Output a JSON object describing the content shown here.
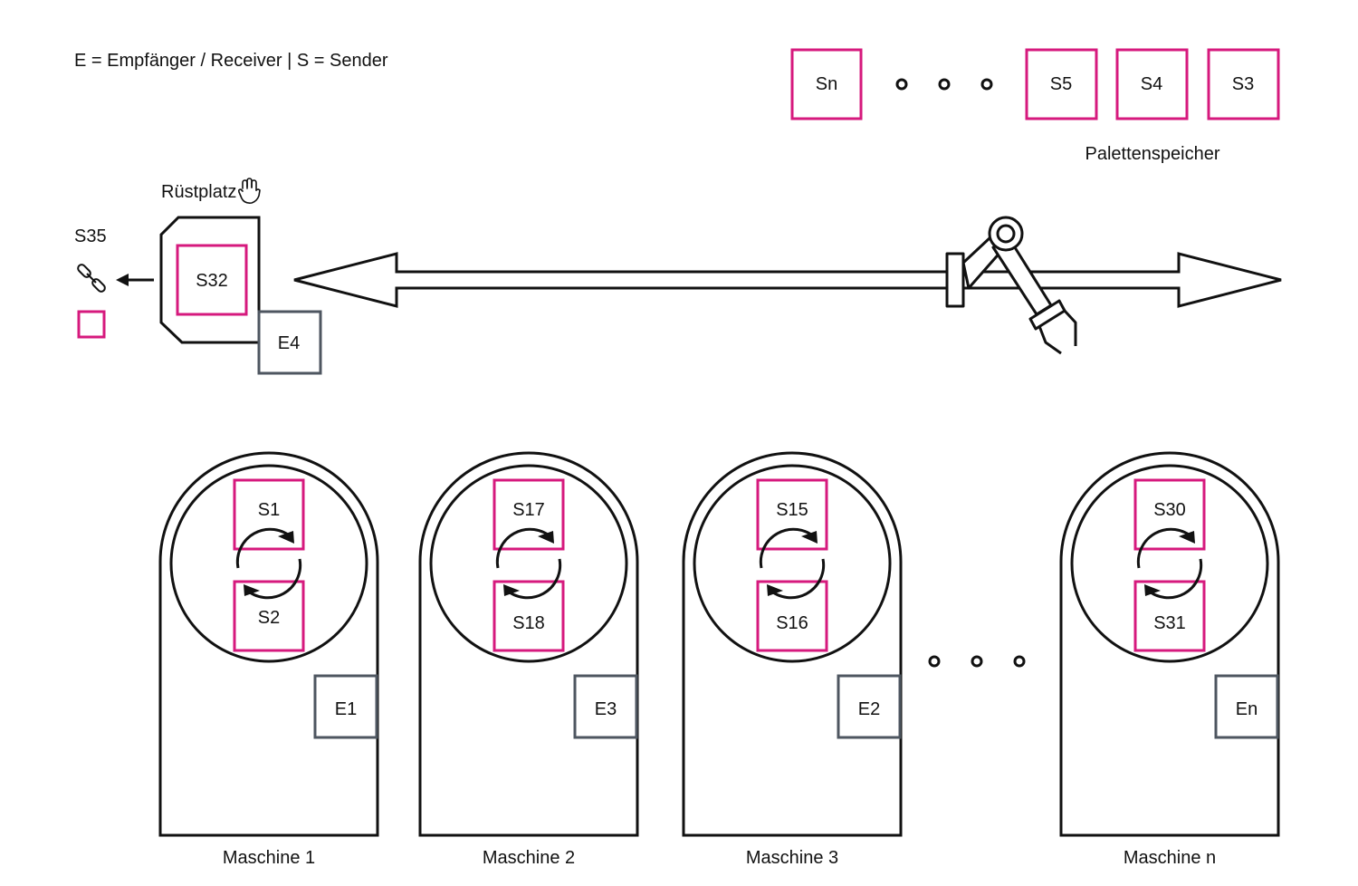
{
  "legend": "E = Empfänger / Receiver | S = Sender",
  "colors": {
    "sender": "#d6197d",
    "receiver": "#4e5660",
    "line": "#111111"
  },
  "storage": {
    "slots": {
      "sn": "Sn",
      "s5": "S5",
      "s4": "S4",
      "s3": "S3"
    },
    "label": "Palettenspeicher"
  },
  "setup": {
    "label": "Rüstplatz",
    "hand_icon": "hand-icon",
    "sender": "S32",
    "receiver": "E4",
    "detached": "S35",
    "link_icon": "link-icon"
  },
  "machines": [
    {
      "label": "Maschine 1",
      "top": "S1",
      "bottom": "S2",
      "receiver": "E1"
    },
    {
      "label": "Maschine 2",
      "top": "S17",
      "bottom": "S18",
      "receiver": "E3"
    },
    {
      "label": "Maschine 3",
      "top": "S15",
      "bottom": "S16",
      "receiver": "E2"
    },
    {
      "label": "Maschine n",
      "top": "S30",
      "bottom": "S31",
      "receiver": "En"
    }
  ]
}
